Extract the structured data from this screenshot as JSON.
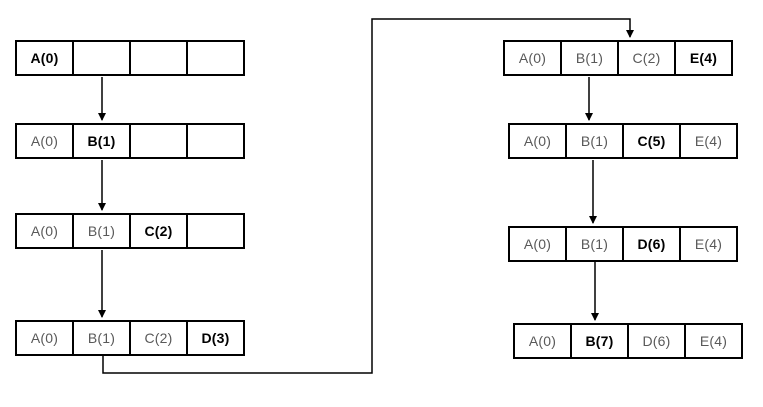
{
  "colors": {
    "background": "#ffffff",
    "border": "#000000",
    "arrow": "#000000",
    "text_regular": "#595959",
    "text_emphasis": "#000000"
  },
  "left_column": {
    "rows": [
      {
        "cells": [
          {
            "text": "A(0)",
            "bold": true
          },
          {
            "text": "",
            "bold": false
          },
          {
            "text": "",
            "bold": false
          },
          {
            "text": "",
            "bold": false
          }
        ]
      },
      {
        "cells": [
          {
            "text": "A(0)",
            "bold": false
          },
          {
            "text": "B(1)",
            "bold": true
          },
          {
            "text": "",
            "bold": false
          },
          {
            "text": "",
            "bold": false
          }
        ]
      },
      {
        "cells": [
          {
            "text": "A(0)",
            "bold": false
          },
          {
            "text": "B(1)",
            "bold": false
          },
          {
            "text": "C(2)",
            "bold": true
          },
          {
            "text": "",
            "bold": false
          }
        ]
      },
      {
        "cells": [
          {
            "text": "A(0)",
            "bold": false
          },
          {
            "text": "B(1)",
            "bold": false
          },
          {
            "text": "C(2)",
            "bold": false
          },
          {
            "text": "D(3)",
            "bold": true
          }
        ]
      }
    ]
  },
  "right_column": {
    "rows": [
      {
        "cells": [
          {
            "text": "A(0)",
            "bold": false
          },
          {
            "text": "B(1)",
            "bold": false
          },
          {
            "text": "C(2)",
            "bold": false
          },
          {
            "text": "E(4)",
            "bold": true
          }
        ]
      },
      {
        "cells": [
          {
            "text": "A(0)",
            "bold": false
          },
          {
            "text": "B(1)",
            "bold": false
          },
          {
            "text": "C(5)",
            "bold": true
          },
          {
            "text": "E(4)",
            "bold": false
          }
        ]
      },
      {
        "cells": [
          {
            "text": "A(0)",
            "bold": false
          },
          {
            "text": "B(1)",
            "bold": false
          },
          {
            "text": "D(6)",
            "bold": true
          },
          {
            "text": "E(4)",
            "bold": false
          }
        ]
      },
      {
        "cells": [
          {
            "text": "A(0)",
            "bold": false
          },
          {
            "text": "B(7)",
            "bold": true
          },
          {
            "text": "D(6)",
            "bold": false
          },
          {
            "text": "E(4)",
            "bold": false
          }
        ]
      }
    ]
  }
}
